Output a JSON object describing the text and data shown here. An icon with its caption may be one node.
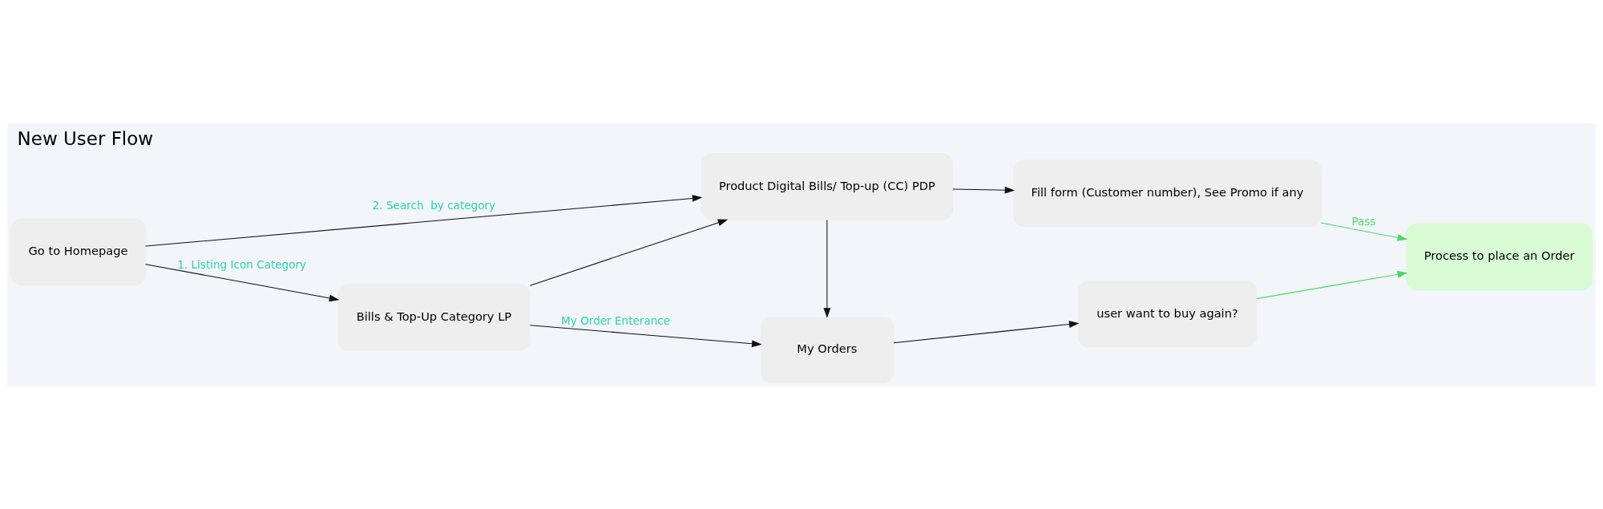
{
  "diagram": {
    "title": "New User Flow",
    "nodes": [
      {
        "text": [
          "Go to Homepage"
        ]
      },
      {
        "text": [
          "Bills & Top-Up Category LP"
        ]
      },
      {
        "text": [
          "Product Digital Bills/ Top-up (CC) PDP"
        ]
      },
      {
        "text": [
          "Fill form (Customer number), See Promo if any"
        ]
      },
      {
        "text": [
          "Process to place an Order"
        ]
      },
      {
        "text": [
          "My Orders"
        ]
      },
      {
        "text": [
          "user want to buy again?"
        ]
      }
    ],
    "edges": [
      {
        "from": 0,
        "to": 1,
        "arrow": "to",
        "label": "1. Listing Icon Category"
      },
      {
        "from": 0,
        "to": 2,
        "arrow": "to",
        "label": "2. Search  by category"
      },
      {
        "from": 1,
        "to": 2,
        "arrow": "to"
      },
      {
        "from": 2,
        "to": 3,
        "arrow": "to"
      },
      {
        "from": 3,
        "to": 4,
        "arrow": "to",
        "label": "Pass",
        "color": "#4cd964"
      },
      {
        "from": 1,
        "to": 5,
        "arrow": "to",
        "label": "My Order Enterance"
      },
      {
        "from": 2,
        "to": 5,
        "arrow": "to"
      },
      {
        "from": 5,
        "to": 6,
        "arrow": "to"
      },
      {
        "from": 6,
        "to": 4,
        "arrow": "to",
        "color": "#4cd964"
      }
    ]
  }
}
